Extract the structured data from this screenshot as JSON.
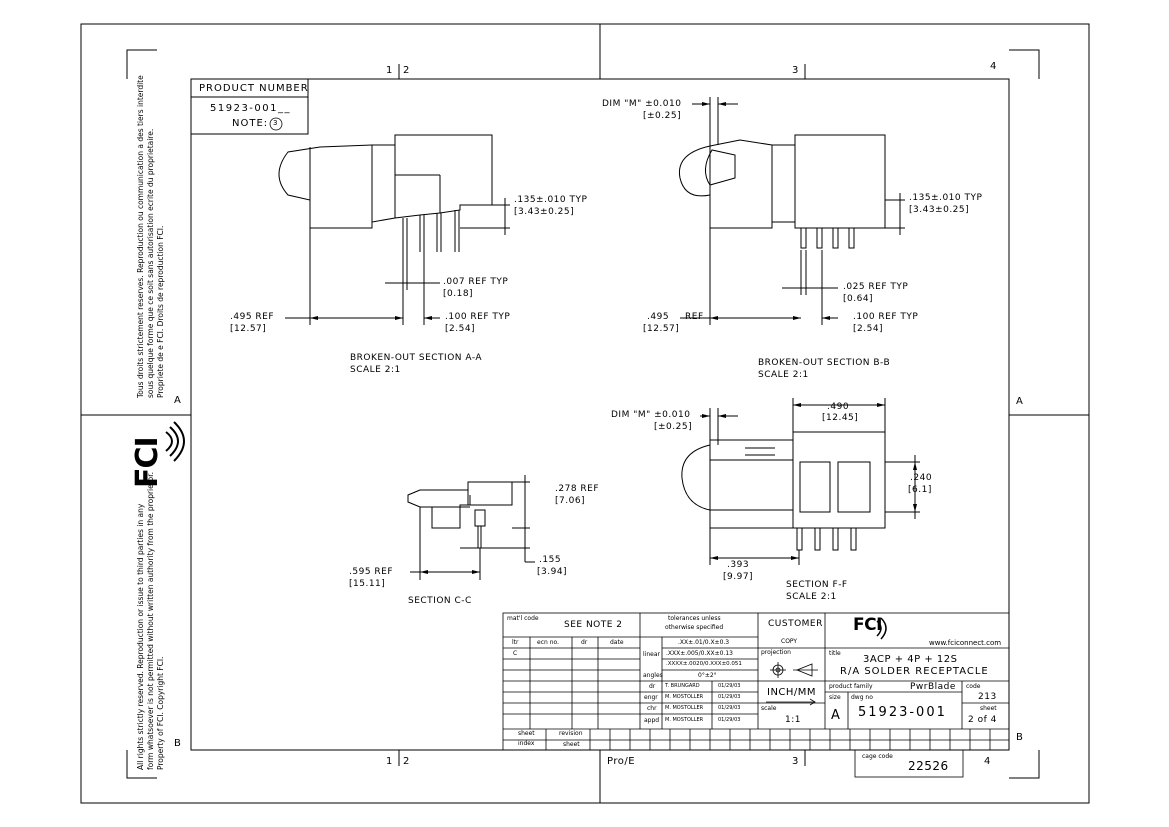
{
  "border": {
    "zones_top": [
      "1",
      "2",
      "3",
      "4"
    ],
    "zones_bottom": [
      "1",
      "2",
      "3",
      "4"
    ],
    "zones_side": [
      "A",
      "B"
    ],
    "pro_e": "Pro/E"
  },
  "side_notes": {
    "french": [
      "Tous droits strictement reserves.  Reproduction ou communication a des tiers interdite",
      "sous quelque forme que ce soit sans autorisation ecrite du proprietaire.",
      "Propriete de e FCI.  Droits de reproduction FCI."
    ],
    "english": [
      "All rights strictly reserved.  Reproduction or issue to third parties in any",
      "form whatsoever is not permitted without written authority from the proprietor.",
      "Property of FCI.  Copyright FCI."
    ],
    "logo": "FCI"
  },
  "product_box": {
    "header": "PRODUCT NUMBER",
    "number": "51923-001__",
    "note": "NOTE:",
    "note_circle": "3"
  },
  "section_aa": {
    "title": "BROKEN-OUT SECTION  A-A",
    "scale": "SCALE  2:1",
    "dim_135": ".135±.010  TYP",
    "dim_135_mm": "[3.43±0.25]",
    "dim_007": ".007  REF TYP",
    "dim_007_mm": "[0.18]",
    "dim_495": ".495   REF",
    "dim_495_mm": "[12.57]",
    "dim_100": ".100  REF TYP",
    "dim_100_mm": "[2.54]"
  },
  "section_bb": {
    "title": "BROKEN-OUT SECTION  B-B",
    "scale": "SCALE  2:1",
    "dim_m": "DIM \"M\"  ±0.010",
    "dim_m_mm": "[±0.25]",
    "dim_135": ".135±.010  TYP",
    "dim_135_mm": "[3.43±0.25]",
    "dim_025": ".025  REF TYP",
    "dim_025_mm": "[0.64]",
    "dim_495": ".495",
    "dim_495_ref": "REF",
    "dim_495_mm": "[12.57]",
    "dim_100": ".100  REF TYP",
    "dim_100_mm": "[2.54]"
  },
  "section_cc": {
    "title": "SECTION  C-C",
    "dim_278": ".278  REF",
    "dim_278_mm": "[7.06]",
    "dim_155": ".155",
    "dim_155_mm": "[3.94]",
    "dim_595": ".595   REF",
    "dim_595_mm": "[15.11]"
  },
  "section_ff": {
    "title": "SECTION  F-F",
    "scale": "SCALE  2:1",
    "dim_m": "DIM \"M\" ±0.010",
    "dim_m_mm": "[±0.25]",
    "dim_490": ".490",
    "dim_490_mm": "[12.45]",
    "dim_240": ".240",
    "dim_240_mm": "[6.1]",
    "dim_393": ".393",
    "dim_393_mm": "[9.97]"
  },
  "title_block": {
    "matl_code_label": "mat'l code",
    "matl_code_value": "SEE NOTE 2",
    "rev_headers": [
      "ltr",
      "ecn no.",
      "dr",
      "date"
    ],
    "rev_letter": "C",
    "tolerances": "tolerances unless",
    "tolerances2": "otherwise specified",
    "linear_label": "linear",
    "tol1": ".XX±.01/0.X±0.3",
    "tol2": ".XXX±.005/0.XX±0.13",
    "tol3": ".XXXX±.0020/0.XXX±0.051",
    "angles_label": "angles",
    "angles_value": "0°±2°",
    "sign_rows": [
      {
        "role": "dr",
        "name": "T. BRUNGARD",
        "date": "01/29/03"
      },
      {
        "role": "engr",
        "name": "M. MOSTOLLER",
        "date": "01/29/03"
      },
      {
        "role": "chr",
        "name": "M. MOSTOLLER",
        "date": "01/29/03"
      },
      {
        "role": "appd",
        "name": "M. MOSTOLLER",
        "date": "01/29/03"
      }
    ],
    "customer": "CUSTOMER",
    "copy": "COPY",
    "projection": "projection",
    "units": "INCH/MM",
    "scale_label": "scale",
    "scale_value": "1:1",
    "logo": "FCI",
    "website": "www.fciconnect.com",
    "title_label": "title",
    "title_line1": "3ACP + 4P + 12S",
    "title_line2": "R/A SOLDER RECEPTACLE",
    "product_family_label": "product family",
    "product_family_value": "PwrBlade",
    "code_label": "code",
    "code_value": "213",
    "size_label": "size",
    "size_value": "A",
    "dwg_label": "dwg no",
    "dwg_value": "51923-001",
    "sheet_label": "sheet",
    "sheet_value": "2 of 4",
    "sheet_index_label": "sheet",
    "sheet_index_label2": "index",
    "revision_label": "revision",
    "sheet_label2": "sheet",
    "cage_code_label": "cage code",
    "cage_code_value": "22526"
  }
}
